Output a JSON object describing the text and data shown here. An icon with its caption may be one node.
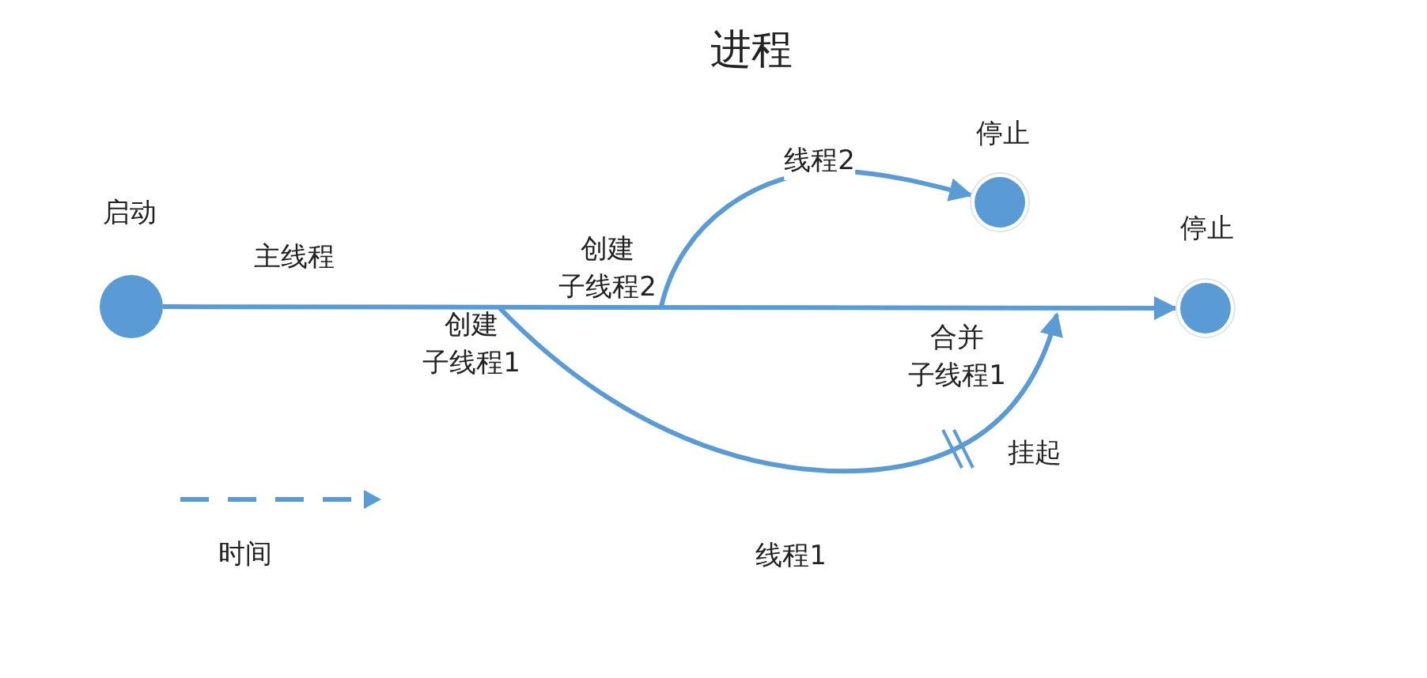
{
  "diagram": {
    "title": "进程",
    "nodes": [
      {
        "text": [],
        "shape": "circle",
        "beside": [
          "启动"
        ]
      },
      {
        "text": [],
        "shape": "circle",
        "beside": [
          "停止"
        ]
      },
      {
        "text": [],
        "shape": "circle",
        "beside": [
          "停止"
        ]
      },
      {
        "text": [
          "创建子线程2"
        ]
      },
      {
        "text": [
          "创建子线程1"
        ]
      }
    ],
    "edges": [
      {
        "from": 0,
        "to": 2,
        "arrow": "to",
        "label": "主线程"
      },
      {
        "from": 3,
        "to": 1,
        "arrow": "to",
        "label": "线程2"
      },
      {
        "from": 4,
        "to": null,
        "arrow": "to"
      }
    ],
    "labels": [
      "合并子线程1",
      "挂起",
      "线程1"
    ],
    "legend": [
      {
        "text": "时间"
      }
    ]
  }
}
